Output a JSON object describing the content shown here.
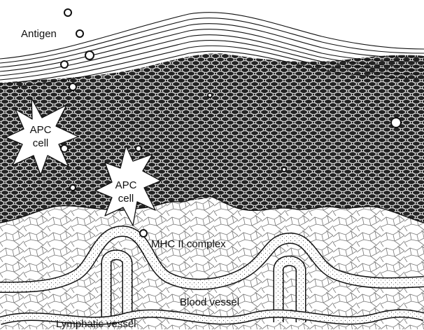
{
  "labels": {
    "antigen": "Antigen",
    "apc_cell_1": "APC\ncell",
    "apc_cell_2": "APC\ncell",
    "mhc_complex": "MHC II complex",
    "blood_vessel": "Blood vessel",
    "lymphatic_vessel": "Lymphatic vessel"
  },
  "colors": {
    "background": "#ffffff",
    "ink": "#111111",
    "epidermis_fill": "#2b2b2b",
    "apc_fill": "#ffffff"
  }
}
